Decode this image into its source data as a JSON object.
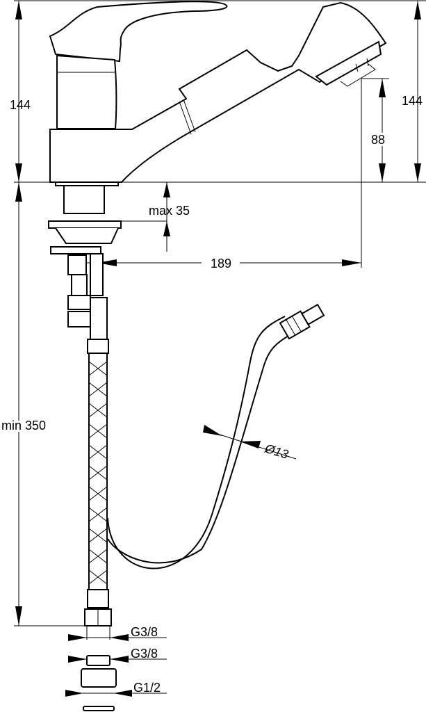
{
  "dimensions": {
    "height_left": "144",
    "height_right": "144",
    "spout_height": "88",
    "deck_thickness": "max 35",
    "reach": "189",
    "hose_length": "min 350",
    "hose_diameter": "Ø13",
    "thread_hose": "G3/8",
    "thread_adapter_top": "G3/8",
    "thread_adapter_bottom": "G1/2"
  },
  "colors": {
    "line": "#000000",
    "background": "#ffffff"
  }
}
